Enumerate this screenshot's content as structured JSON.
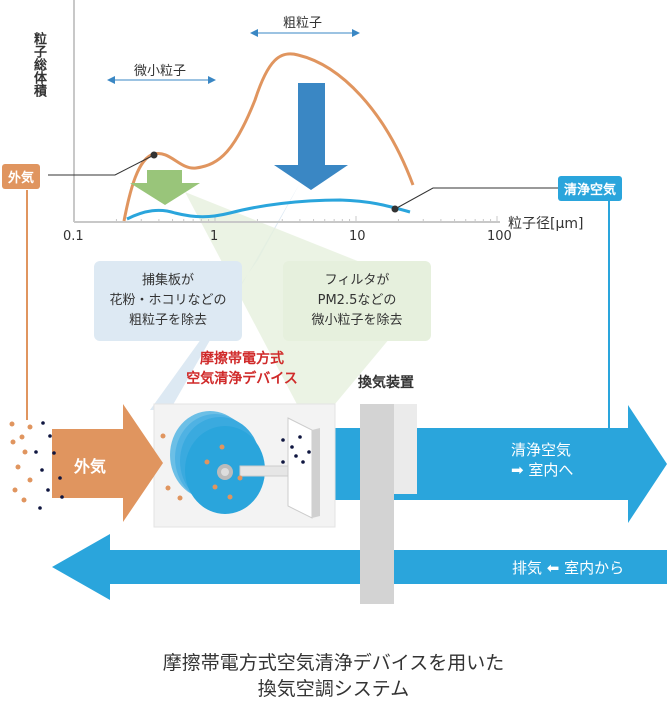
{
  "chart": {
    "y_axis_label": "粒子総体積",
    "x_axis_label": "粒子径[μm]",
    "x_ticks": [
      "0.1",
      "1",
      "10",
      "100"
    ],
    "range_labels": {
      "fine": "微小粒子",
      "coarse": "粗粒子"
    },
    "series": [
      {
        "name": "外気",
        "color": "#e0955f"
      },
      {
        "name": "清浄空気",
        "color": "#2aa5dc"
      }
    ]
  },
  "tags": {
    "outside_air": "外気",
    "clean_air": "清浄空気"
  },
  "bubbles": {
    "collector": [
      "捕集板が",
      "花粉・ホコリなどの",
      "粗粒子を除去"
    ],
    "filter": [
      "フィルタが",
      "PM2.5などの",
      "微小粒子を除去"
    ]
  },
  "device_title": [
    "摩擦帯電方式",
    "空気清浄デバイス"
  ],
  "ventilation_label": "換気装置",
  "flows": {
    "inflow": "外気",
    "clean_out": [
      "清浄空気",
      "➡ 室内へ"
    ],
    "exhaust": "排気 ⬅ 室内から"
  },
  "caption": [
    "摩擦帯電方式空気清浄デバイスを用いた",
    "換気空調システム"
  ],
  "colors": {
    "orange": "#e0955f",
    "blue": "#2aa5dc",
    "dark_blue": "#3a87c4",
    "green": "#99c57a",
    "red": "#d02a2a",
    "gray": "#d6d6d6"
  }
}
